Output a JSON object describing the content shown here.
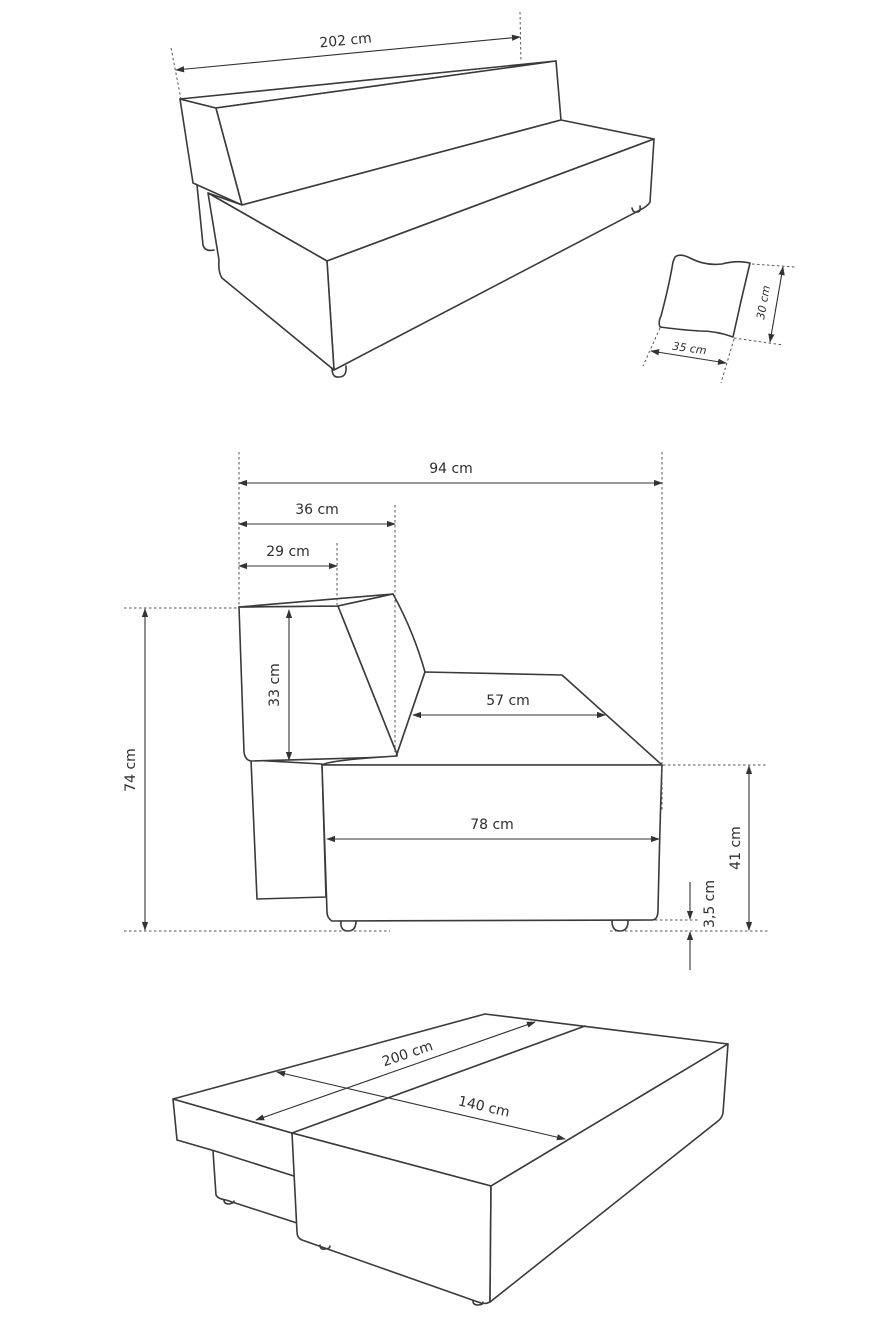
{
  "diagram": {
    "views": {
      "sofa_perspective": {
        "labels": {
          "width": "202 cm"
        }
      },
      "pillow": {
        "labels": {
          "height": "30 cm",
          "width": "35 cm"
        }
      },
      "side_profile": {
        "labels": {
          "total_depth": "94 cm",
          "back_top_depth": "36 cm",
          "back_depth": "29 cm",
          "back_height": "33 cm",
          "total_height": "74 cm",
          "seat_depth_top": "57 cm",
          "seat_depth": "78 cm",
          "seat_height": "41 cm",
          "leg_height": "3,5 cm"
        }
      },
      "bed_perspective": {
        "labels": {
          "length": "200 cm",
          "width": "140 cm"
        }
      }
    }
  }
}
